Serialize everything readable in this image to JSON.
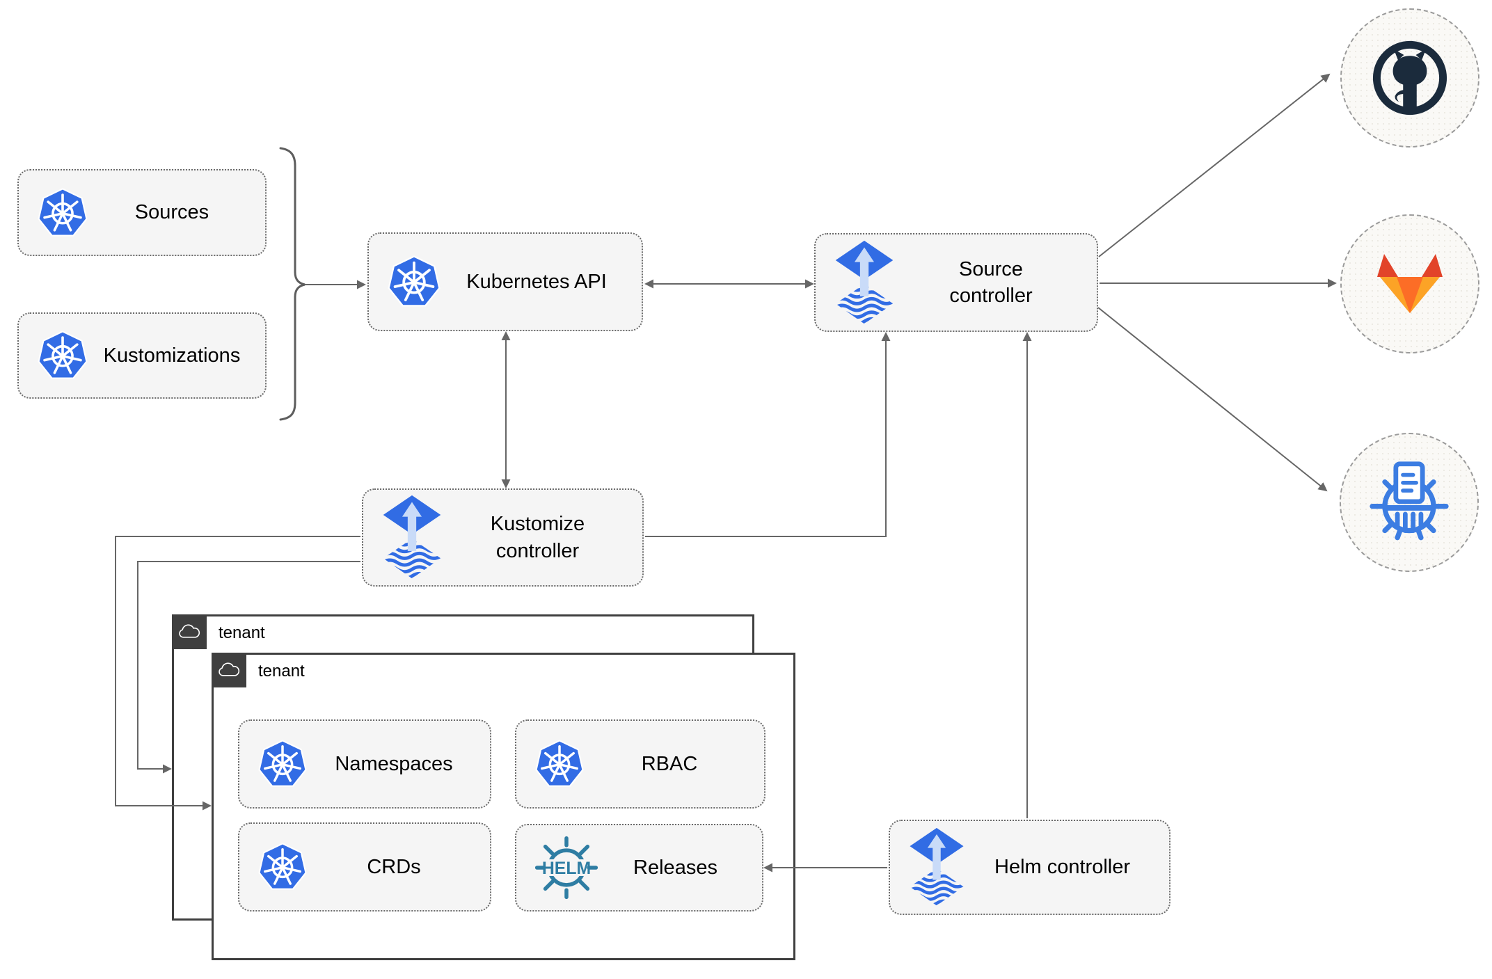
{
  "nodes": {
    "sources": {
      "label": "Sources",
      "icon": "kubernetes-icon"
    },
    "kustomizations": {
      "label": "Kustomizations",
      "icon": "kubernetes-icon"
    },
    "kubernetes_api": {
      "label": "Kubernetes API",
      "icon": "kubernetes-icon"
    },
    "source_controller": {
      "label": "Source controller",
      "icon": "flux-icon"
    },
    "kustomize_controller": {
      "label": "Kustomize controller",
      "icon": "flux-icon"
    },
    "helm_controller": {
      "label": "Helm controller",
      "icon": "flux-icon"
    },
    "namespaces": {
      "label": "Namespaces",
      "icon": "kubernetes-icon"
    },
    "rbac": {
      "label": "RBAC",
      "icon": "kubernetes-icon"
    },
    "crds": {
      "label": "CRDs",
      "icon": "kubernetes-icon"
    },
    "releases": {
      "label": "Releases",
      "icon": "helm-icon"
    }
  },
  "groups": {
    "tenant_back": {
      "label": "tenant",
      "icon": "cloud-icon"
    },
    "tenant_front": {
      "label": "tenant",
      "icon": "cloud-icon"
    }
  },
  "endpoints": {
    "github": {
      "icon": "github-icon"
    },
    "gitlab": {
      "icon": "gitlab-icon"
    },
    "helm_repository": {
      "icon": "helm-repository-icon"
    }
  },
  "icons": {
    "helm_wordmark": "HELM"
  },
  "colors": {
    "kubernetes_blue": "#326CE5",
    "flux_blue": "#316CE4",
    "flux_light": "#C9DBF8",
    "helm_teal": "#2E7DA3",
    "github_dark": "#1B2B3C",
    "gitlab_red": "#E24329",
    "gitlab_orange": "#FC6D26",
    "gitlab_yellow": "#FCA326",
    "repo_blue": "#3C7DE2",
    "node_fill": "#F5F5F5",
    "arrow_gray": "#666666",
    "tenant_border": "#3F3F3F"
  }
}
